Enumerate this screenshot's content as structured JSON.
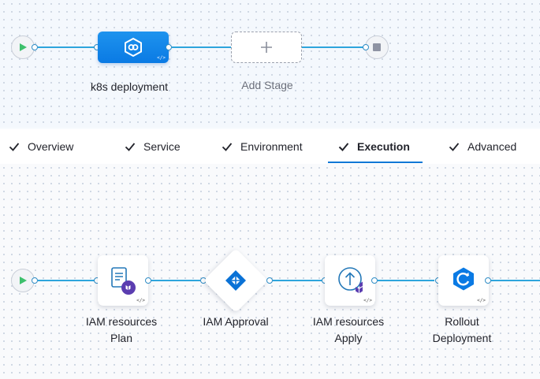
{
  "stage_canvas": {
    "stage": {
      "name": "k8s deployment",
      "icon": "kubernetes-deploy-icon"
    },
    "add_stage": {
      "label": "Add Stage",
      "icon": "plus-icon"
    }
  },
  "tabs": [
    {
      "label": "Overview",
      "completed": true
    },
    {
      "label": "Service",
      "completed": true
    },
    {
      "label": "Environment",
      "completed": true
    },
    {
      "label": "Execution",
      "completed": true,
      "active": true
    },
    {
      "label": "Advanced",
      "completed": true
    }
  ],
  "execution_canvas": {
    "steps": [
      {
        "name_line1": "IAM resources",
        "name_line2": "Plan",
        "icon": "terraform-plan-icon"
      },
      {
        "name_line1": "IAM Approval",
        "name_line2": "",
        "icon": "approval-icon"
      },
      {
        "name_line1": "IAM resources",
        "name_line2": "Apply",
        "icon": "terraform-apply-icon"
      },
      {
        "name_line1": "Rollout",
        "name_line2": "Deployment",
        "icon": "rollout-icon"
      }
    ]
  },
  "colors": {
    "accent": "#0b78d6",
    "connector": "#2ea5dc",
    "stage_fill": "#1488ea"
  }
}
